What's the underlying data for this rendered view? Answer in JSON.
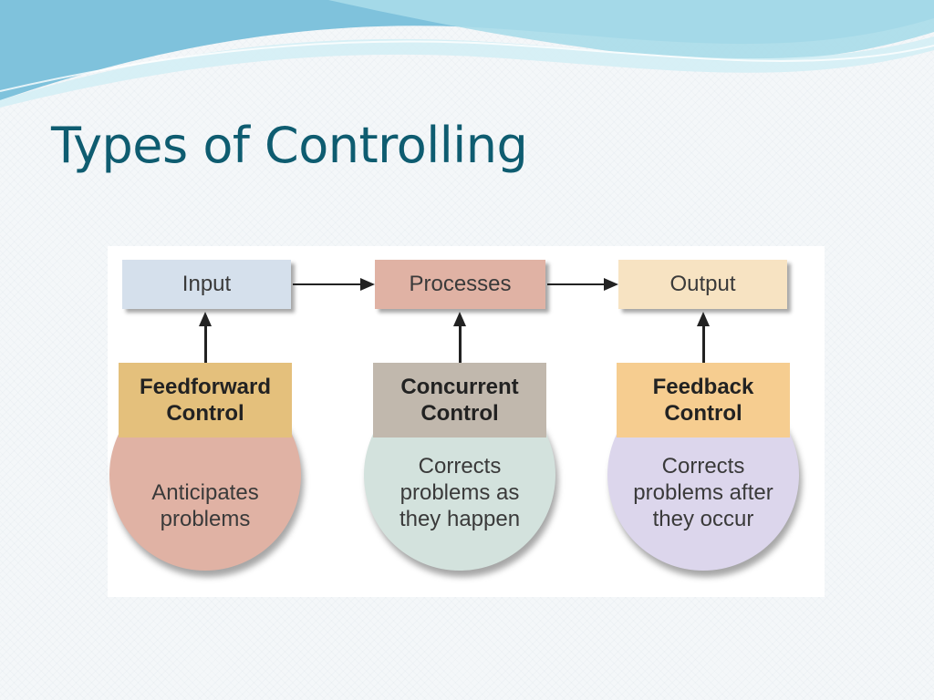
{
  "slide": {
    "title": "Types of Controlling"
  },
  "diagram": {
    "process_boxes": [
      {
        "label": "Input",
        "color": "#d5e0ec"
      },
      {
        "label": "Processes",
        "color": "#e0b2a4"
      },
      {
        "label": "Output",
        "color": "#f7e3c2"
      }
    ],
    "controls": [
      {
        "name": "Feedforward\nControl",
        "description": "Anticipates\nproblems",
        "label_color": "#e4c07c",
        "circle_color": "#e0b2a4"
      },
      {
        "name": "Concurrent\nControl",
        "description": "Corrects\nproblems as\nthey happen",
        "label_color": "#c1b8ad",
        "circle_color": "#d3e2dd"
      },
      {
        "name": "Feedback\nControl",
        "description": "Corrects\nproblems after\nthey occur",
        "label_color": "#f6cd90",
        "circle_color": "#dcd6ec"
      }
    ]
  },
  "theme": {
    "title_color": "#0e5c70",
    "wave_colors": [
      "#7fc2dc",
      "#a9dbe9",
      "#d4eef5"
    ]
  }
}
